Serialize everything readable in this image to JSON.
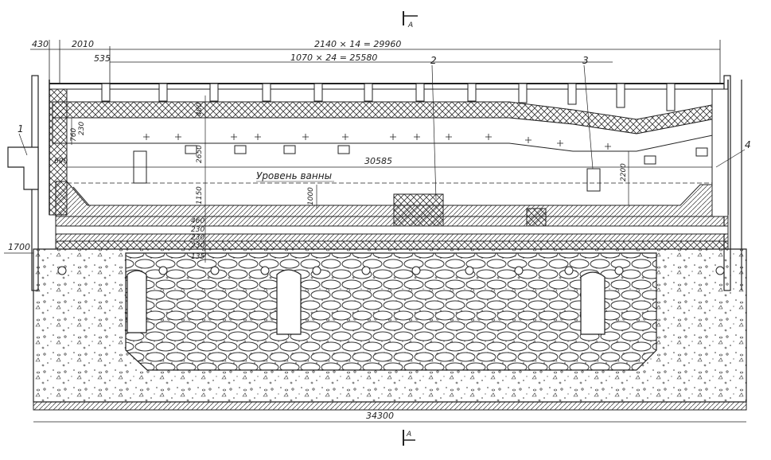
{
  "section_mark": "A",
  "dimensions": {
    "top_total": "2140 × 14 = 29960",
    "top_second": "1070 × 24 = 25580",
    "left_430": "430",
    "left_2010": "2010",
    "left_535": "535",
    "h_760": "760",
    "h_230": "230",
    "h_400": "400",
    "h_690": "690",
    "h_2650": "2650",
    "inner_length": "30585",
    "h_1150": "1150",
    "h_1000": "1000",
    "h_2200": "2200",
    "h_460": "460",
    "h_230b": "230",
    "h_230c": "230",
    "h_230d": "230",
    "h_135": "135",
    "left_1700": "1700",
    "bottom_total": "34300"
  },
  "labels": {
    "bath_level": "Уровень ванны",
    "callout_1": "1",
    "callout_2": "2",
    "callout_3": "3",
    "callout_4": "4"
  }
}
